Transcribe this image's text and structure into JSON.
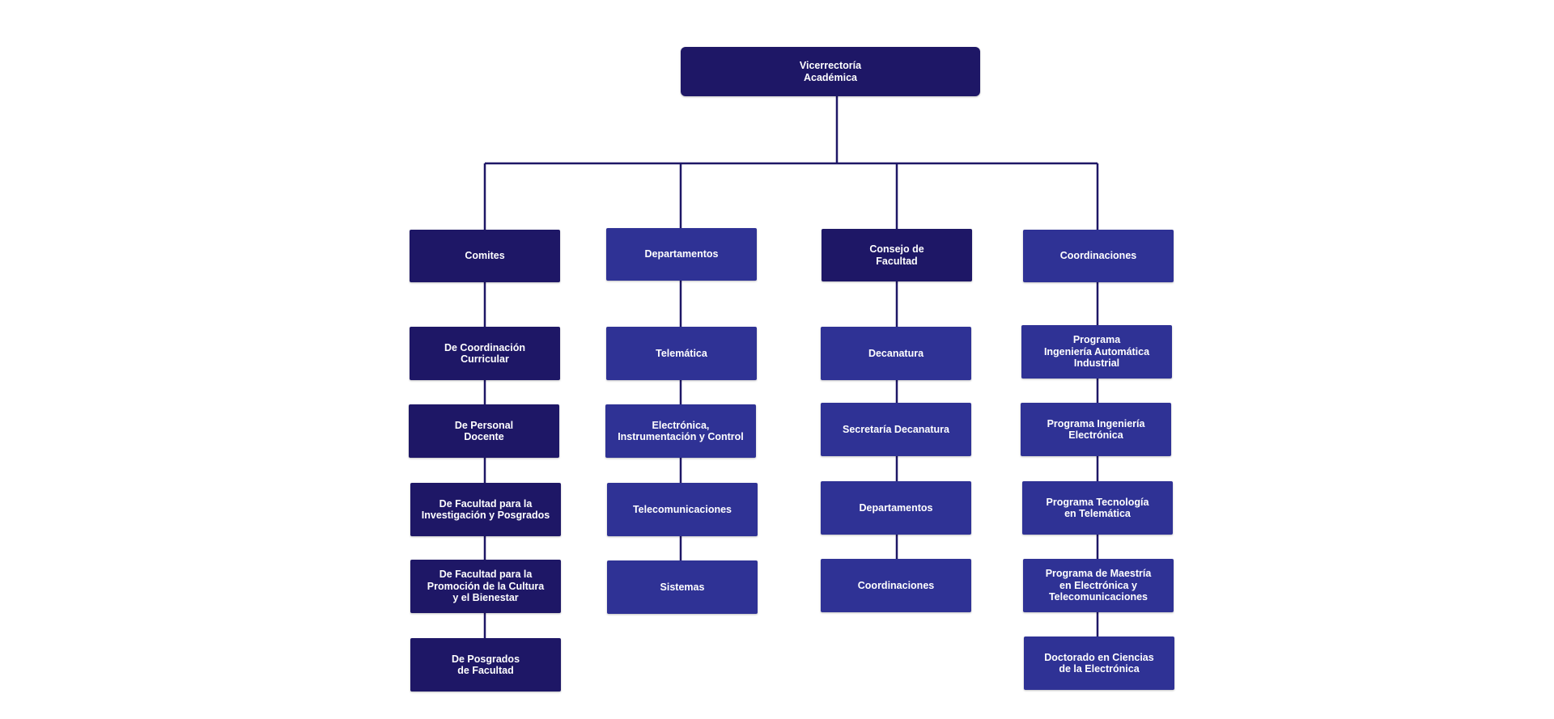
{
  "colors": {
    "dark": "#1e1766",
    "light": "#2f3295",
    "line": "#1e1766"
  },
  "root": {
    "label": "Vicerrectoría\nAcadémica"
  },
  "columns": [
    {
      "header": "Comites",
      "items": [
        "De Coordinación\nCurricular",
        "De Personal\nDocente",
        "De Facultad para la\nInvestigación y Posgrados",
        "De Facultad para la\nPromoción de la Cultura\ny el Bienestar",
        "De Posgrados\nde Facultad"
      ]
    },
    {
      "header": "Departamentos",
      "items": [
        "Telemática",
        "Electrónica,\nInstrumentación y Control",
        "Telecomunicaciones",
        "Sistemas"
      ]
    },
    {
      "header": "Consejo de\nFacultad",
      "items": [
        "Decanatura",
        "Secretaría Decanatura",
        "Departamentos",
        "Coordinaciones"
      ]
    },
    {
      "header": "Coordinaciones",
      "items": [
        "Programa\nIngeniería Automática\nIndustrial",
        "Programa Ingeniería\nElectrónica",
        "Programa Tecnología\nen Telemática",
        "Programa de Maestría\nen Electrónica y\nTelecomunicaciones",
        "Doctorado en Ciencias\nde la Electrónica"
      ]
    }
  ]
}
